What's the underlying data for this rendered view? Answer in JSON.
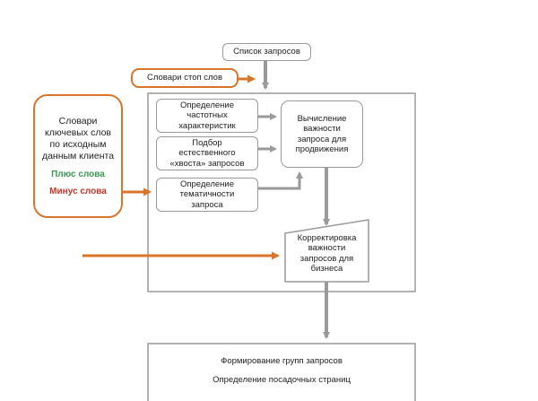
{
  "nodes": {
    "query_list": "Список запросов",
    "stop_words": "Словари стоп слов",
    "client_dict": {
      "title": "Словари\nключевых слов\nпо исходным\nданным клиента",
      "plus": "Плюс слова",
      "minus": "Минус слова"
    },
    "frequency": "Определение\nчастотных\nхарактеристик",
    "tail": "Подбор\nестественного\n«хвоста» запросов",
    "thematic": "Определение\nтематичности\nзапроса",
    "importance": "Вычисление\nважности\nзапроса для\nпродвижения",
    "business": "Корректировка\nважности\nзапросов для\nбизнеса",
    "groups": "Формирование групп запросов",
    "landing": "Определение посадочных страниц"
  },
  "colors": {
    "orange": "#d9752b",
    "gray": "#9a9a9a",
    "plus": "#3a9a52",
    "minus": "#c0392b"
  }
}
